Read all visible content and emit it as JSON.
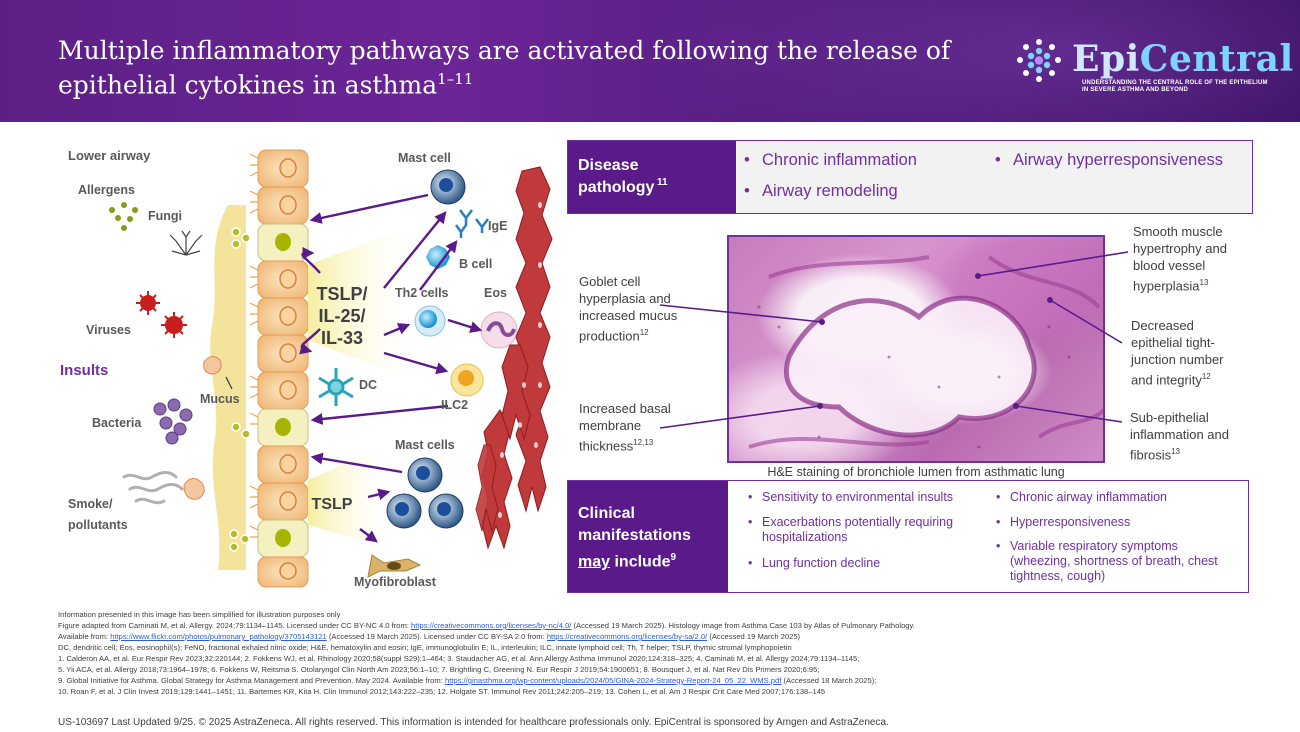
{
  "header": {
    "title": "Multiple inflammatory pathways are activated following the release of epithelial cytokines in asthma",
    "title_sup": "1–11",
    "logo": {
      "brand_prefix": "Epi",
      "brand_suffix": "Central",
      "tagline": "UNDERSTANDING THE CENTRAL ROLE OF THE EPITHELIUM IN SEVERE ASTHMA AND BEYOND"
    }
  },
  "diagram": {
    "lower_airway": "Lower airway",
    "allergens": "Allergens",
    "fungi": "Fungi",
    "viruses": "Viruses",
    "insults": "Insults",
    "mucus": "Mucus",
    "bacteria": "Bacteria",
    "smoke_line1": "Smoke/",
    "smoke_line2": "pollutants",
    "cytokines_line1": "TSLP/",
    "cytokines_line2": "IL-25/",
    "cytokines_line3": "IL-33",
    "tslp": "TSLP",
    "mast_cell": "Mast cell",
    "ige": "IgE",
    "b_cell": "B cell",
    "th2_cells": "Th2 cells",
    "eos": "Eos",
    "dc": "DC",
    "ilc2": "ILC2",
    "mast_cells": "Mast cells",
    "myofibroblast": "Myofibroblast"
  },
  "disease_pathology": {
    "heading": "Disease pathology",
    "heading_sup": "11",
    "items": [
      "Chronic inflammation",
      "Airway remodeling",
      "Airway hyperresponsiveness"
    ]
  },
  "histology": {
    "caption": "H&E staining of bronchiole lumen from asthmatic lung",
    "annotations": {
      "goblet": "Goblet cell hyperplasia and increased mucus production",
      "goblet_sup": "12",
      "basal": "Increased basal membrane thickness",
      "basal_sup": "12,13",
      "smooth": "Smooth muscle hypertrophy and blood vessel hyperplasia",
      "smooth_sup": "13",
      "tight": "Decreased epithelial tight-junction number and integrity",
      "tight_sup": "12",
      "subepi": "Sub-epithelial inflammation and fibrosis",
      "subepi_sup": "13"
    }
  },
  "clinical": {
    "heading_line1": "Clinical",
    "heading_line2": "manifestations",
    "heading_may": "may",
    "heading_include": " include",
    "heading_sup": "9",
    "items": [
      "Sensitivity to environmental insults",
      "Exacerbations potentially requiring hospitalizations",
      "Lung function decline",
      "Chronic airway inflammation",
      "Hyperresponsiveness",
      "Variable respiratory symptoms (wheezing, shortness of breath, chest tightness, cough)"
    ]
  },
  "footer": {
    "line1": "Information presented in this image has been simplified for illustration purposes only",
    "line2a": "Figure adapted from Caminati M, et al. Allergy. 2024;79:1134–1145. Licensed under CC BY-NC 4.0 from: ",
    "line2_link": "https://creativecommons.org/licenses/by-nc/4.0/",
    "line2b": " (Accessed 19 March 2025). Histology image from Asthma Case 103 by Atlas of Pulmonary Pathology.",
    "line3a": "Available from: ",
    "line3_link1": "https://www.flickr.com/photos/pulmonary_pathology/3705143121",
    "line3b": " (Accessed 19 March 2025). Licensed under CC BY-SA 2.0 from: ",
    "line3_link2": "https://creativecommons.org/licenses/by-sa/2.0/",
    "line3c": " (Accessed 19 March 2025)",
    "line4": "DC, dendritic cell; Eos, eosinophil(s); FeNO, fractional exhaled nitric oxide; H&E, hematoxylin and eosin; IgE, immunoglobulin E; IL, interleukin; ILC, innate lymphoid cell; Th, T helper; TSLP, thymic stromal lymphopoietin",
    "line5": "1. Calderon AA, et al. Eur Respir Rev 2023;32:220144; 2. Fokkens WJ, et al. Rhinology 2020;58(suppl S29):1–464; 3. Staudacher AG, et al. Ann Allergy Asthma Immunol 2020;124:318–325; 4. Caminati M, et al. Allergy 2024;79:1134–1145;",
    "line6": "5. Yii ACA, et al. Allergy 2018;73:1964–1978; 6. Fokkens W, Reitsma S. Otolaryngol Clin North Am 2023;56:1–10; 7. Brightling C, Greening N. Eur Respir J 2019;54:1900651; 8. Bousquet J, et al. Nat Rev Dis Primers 2020;6:95;",
    "line7a": "9. Global Initiative for Asthma. Global Strategy for Asthma Management and Prevention. May 2024. Available from: ",
    "line7_link": "https://ginasthma.org/wp-content/uploads/2024/05/GINA-2024-Strategy-Report-24_05_22_WMS.pdf",
    "line7b": " (Accessed 18 March 2025);",
    "line8": "10. Roan F, et al. J Clin Invest 2019;129:1441–1451; 11. Bartemes KR, Kita H. Clin Immunol 2012;143:222–235; 12. Holgate ST. Immunol Rev 2011;242:205–219; 13. Cohen L, et al. Am J Respir Crit Care Med 2007;176:138–145",
    "bottom": "US-103697 Last Updated 9/25. © 2025 AstraZeneca. All rights reserved. This information is intended for healthcare professionals only. EpiCentral is sponsored by Amgen and AstraZeneca."
  }
}
